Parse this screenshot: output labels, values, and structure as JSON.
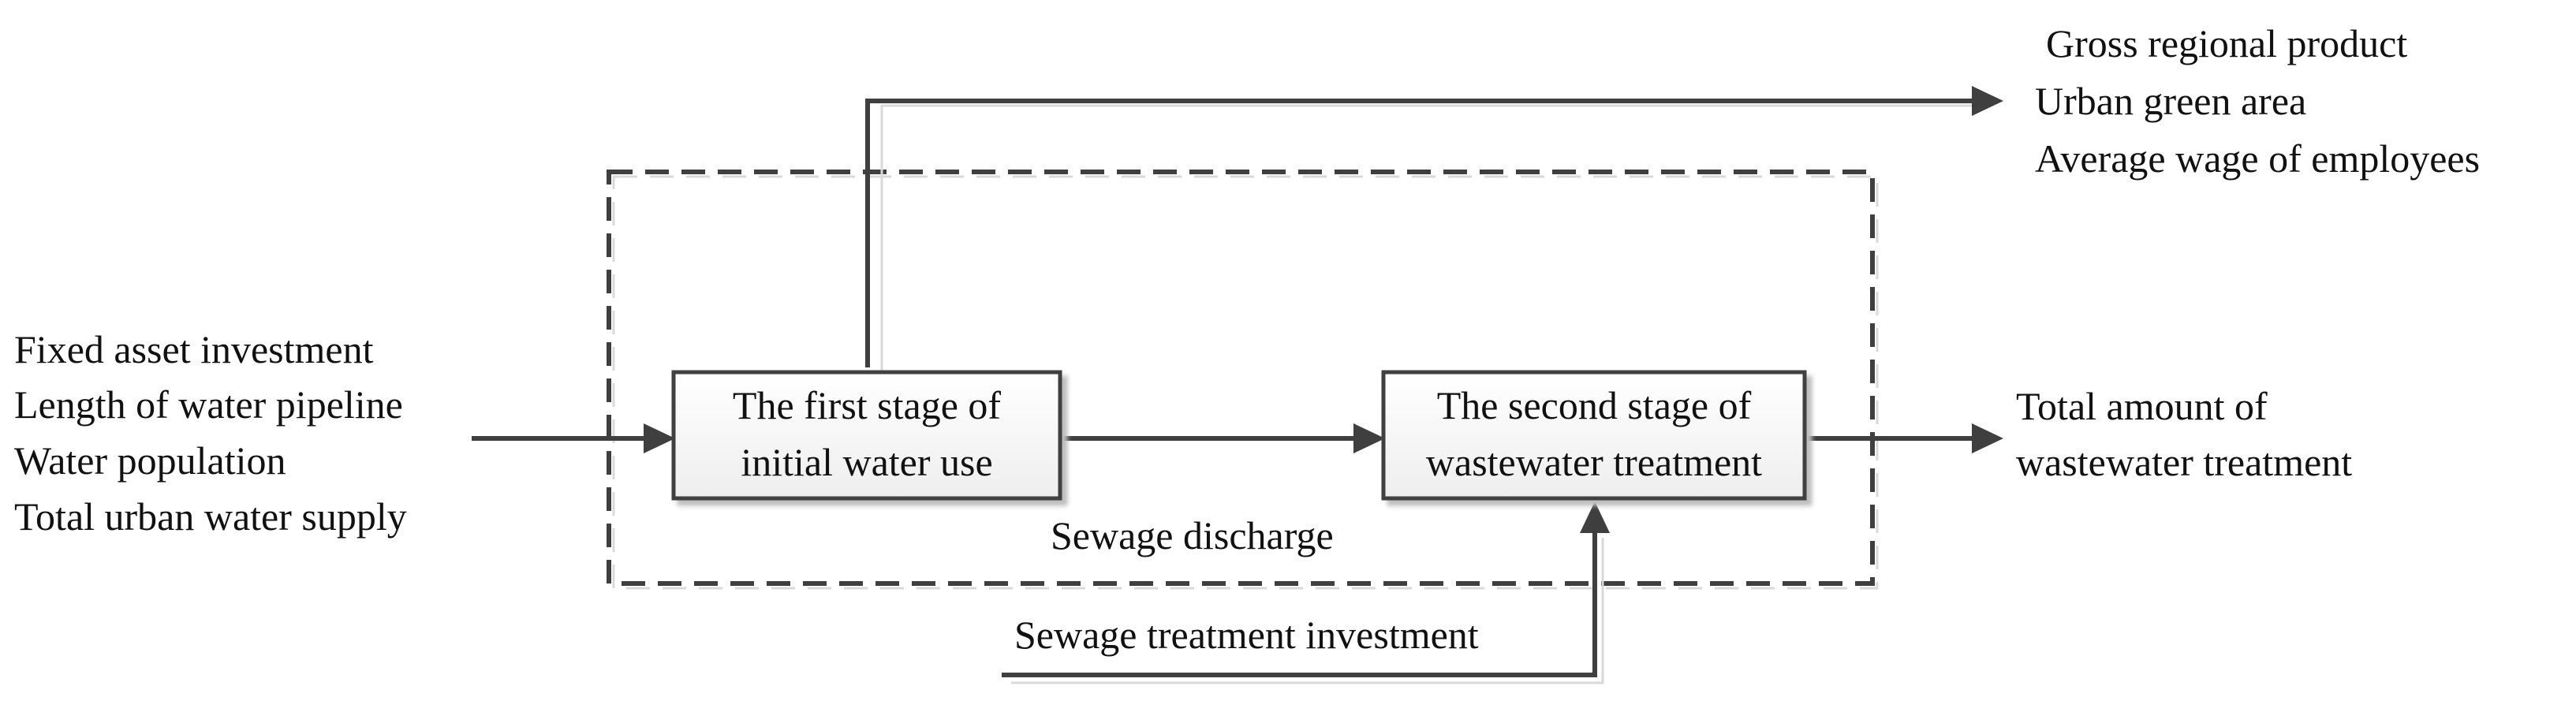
{
  "inputs": {
    "items": [
      "Fixed asset investment",
      "Length of water pipeline",
      "Water population",
      "Total urban water supply"
    ]
  },
  "stage1": {
    "line1": "The first stage of",
    "line2": "initial water use"
  },
  "stage2": {
    "line1": "The second stage of",
    "line2": "wastewater treatment"
  },
  "outputs_top": {
    "items": [
      "Gross regional product",
      "Urban green area",
      "Average wage of employees"
    ]
  },
  "final_output": {
    "line1": "Total amount of",
    "line2": "wastewater treatment"
  },
  "intermediate": {
    "label": "Sewage discharge"
  },
  "extra_input": {
    "label": "Sewage treatment investment"
  }
}
